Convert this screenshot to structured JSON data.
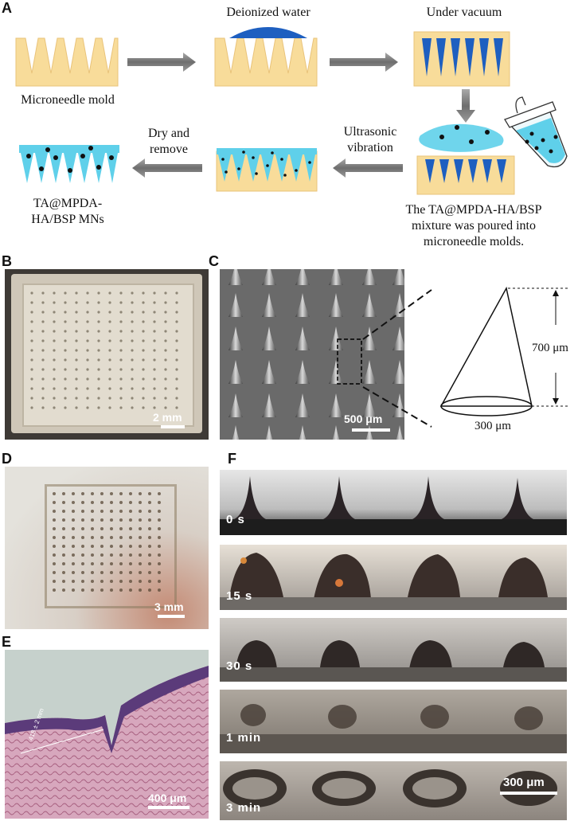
{
  "panels": {
    "A": "A",
    "B": "B",
    "C": "C",
    "D": "D",
    "E": "E",
    "F": "F"
  },
  "schematic": {
    "mold_label": "Microneedle mold",
    "water_label": "Deionized water",
    "vacuum_label": "Under vacuum",
    "mixture_label_1": "The TA@MPDA-HA/BSP",
    "mixture_label_2": "mixture was poured into",
    "mixture_label_3": "microneedle molds.",
    "ultrasonic_label_1": "Ultrasonic",
    "ultrasonic_label_2": "vibration",
    "dry_label_1": "Dry and",
    "dry_label_2": "remove",
    "product_label_1": "TA@MPDA-",
    "product_label_2": "HA/BSP MNs"
  },
  "panel_b": {
    "scale": "2 mm"
  },
  "panel_c": {
    "scale": "500 μm",
    "height": "700 μm",
    "base": "300 μm"
  },
  "panel_d": {
    "scale": "3 mm"
  },
  "panel_e": {
    "scale": "400 μm",
    "depth_annotation": "418 ± 2 mm"
  },
  "panel_f": {
    "times": [
      "0 s",
      "15 s",
      "30 s",
      "1 min",
      "3 min"
    ],
    "scale": "300 μm"
  },
  "colors": {
    "mold": "#f8dc9a",
    "mold_edge": "#e7bf6a",
    "water": "#1e5fc0",
    "mixture": "#5fd0ea",
    "arrow": "#7d7d7d"
  }
}
